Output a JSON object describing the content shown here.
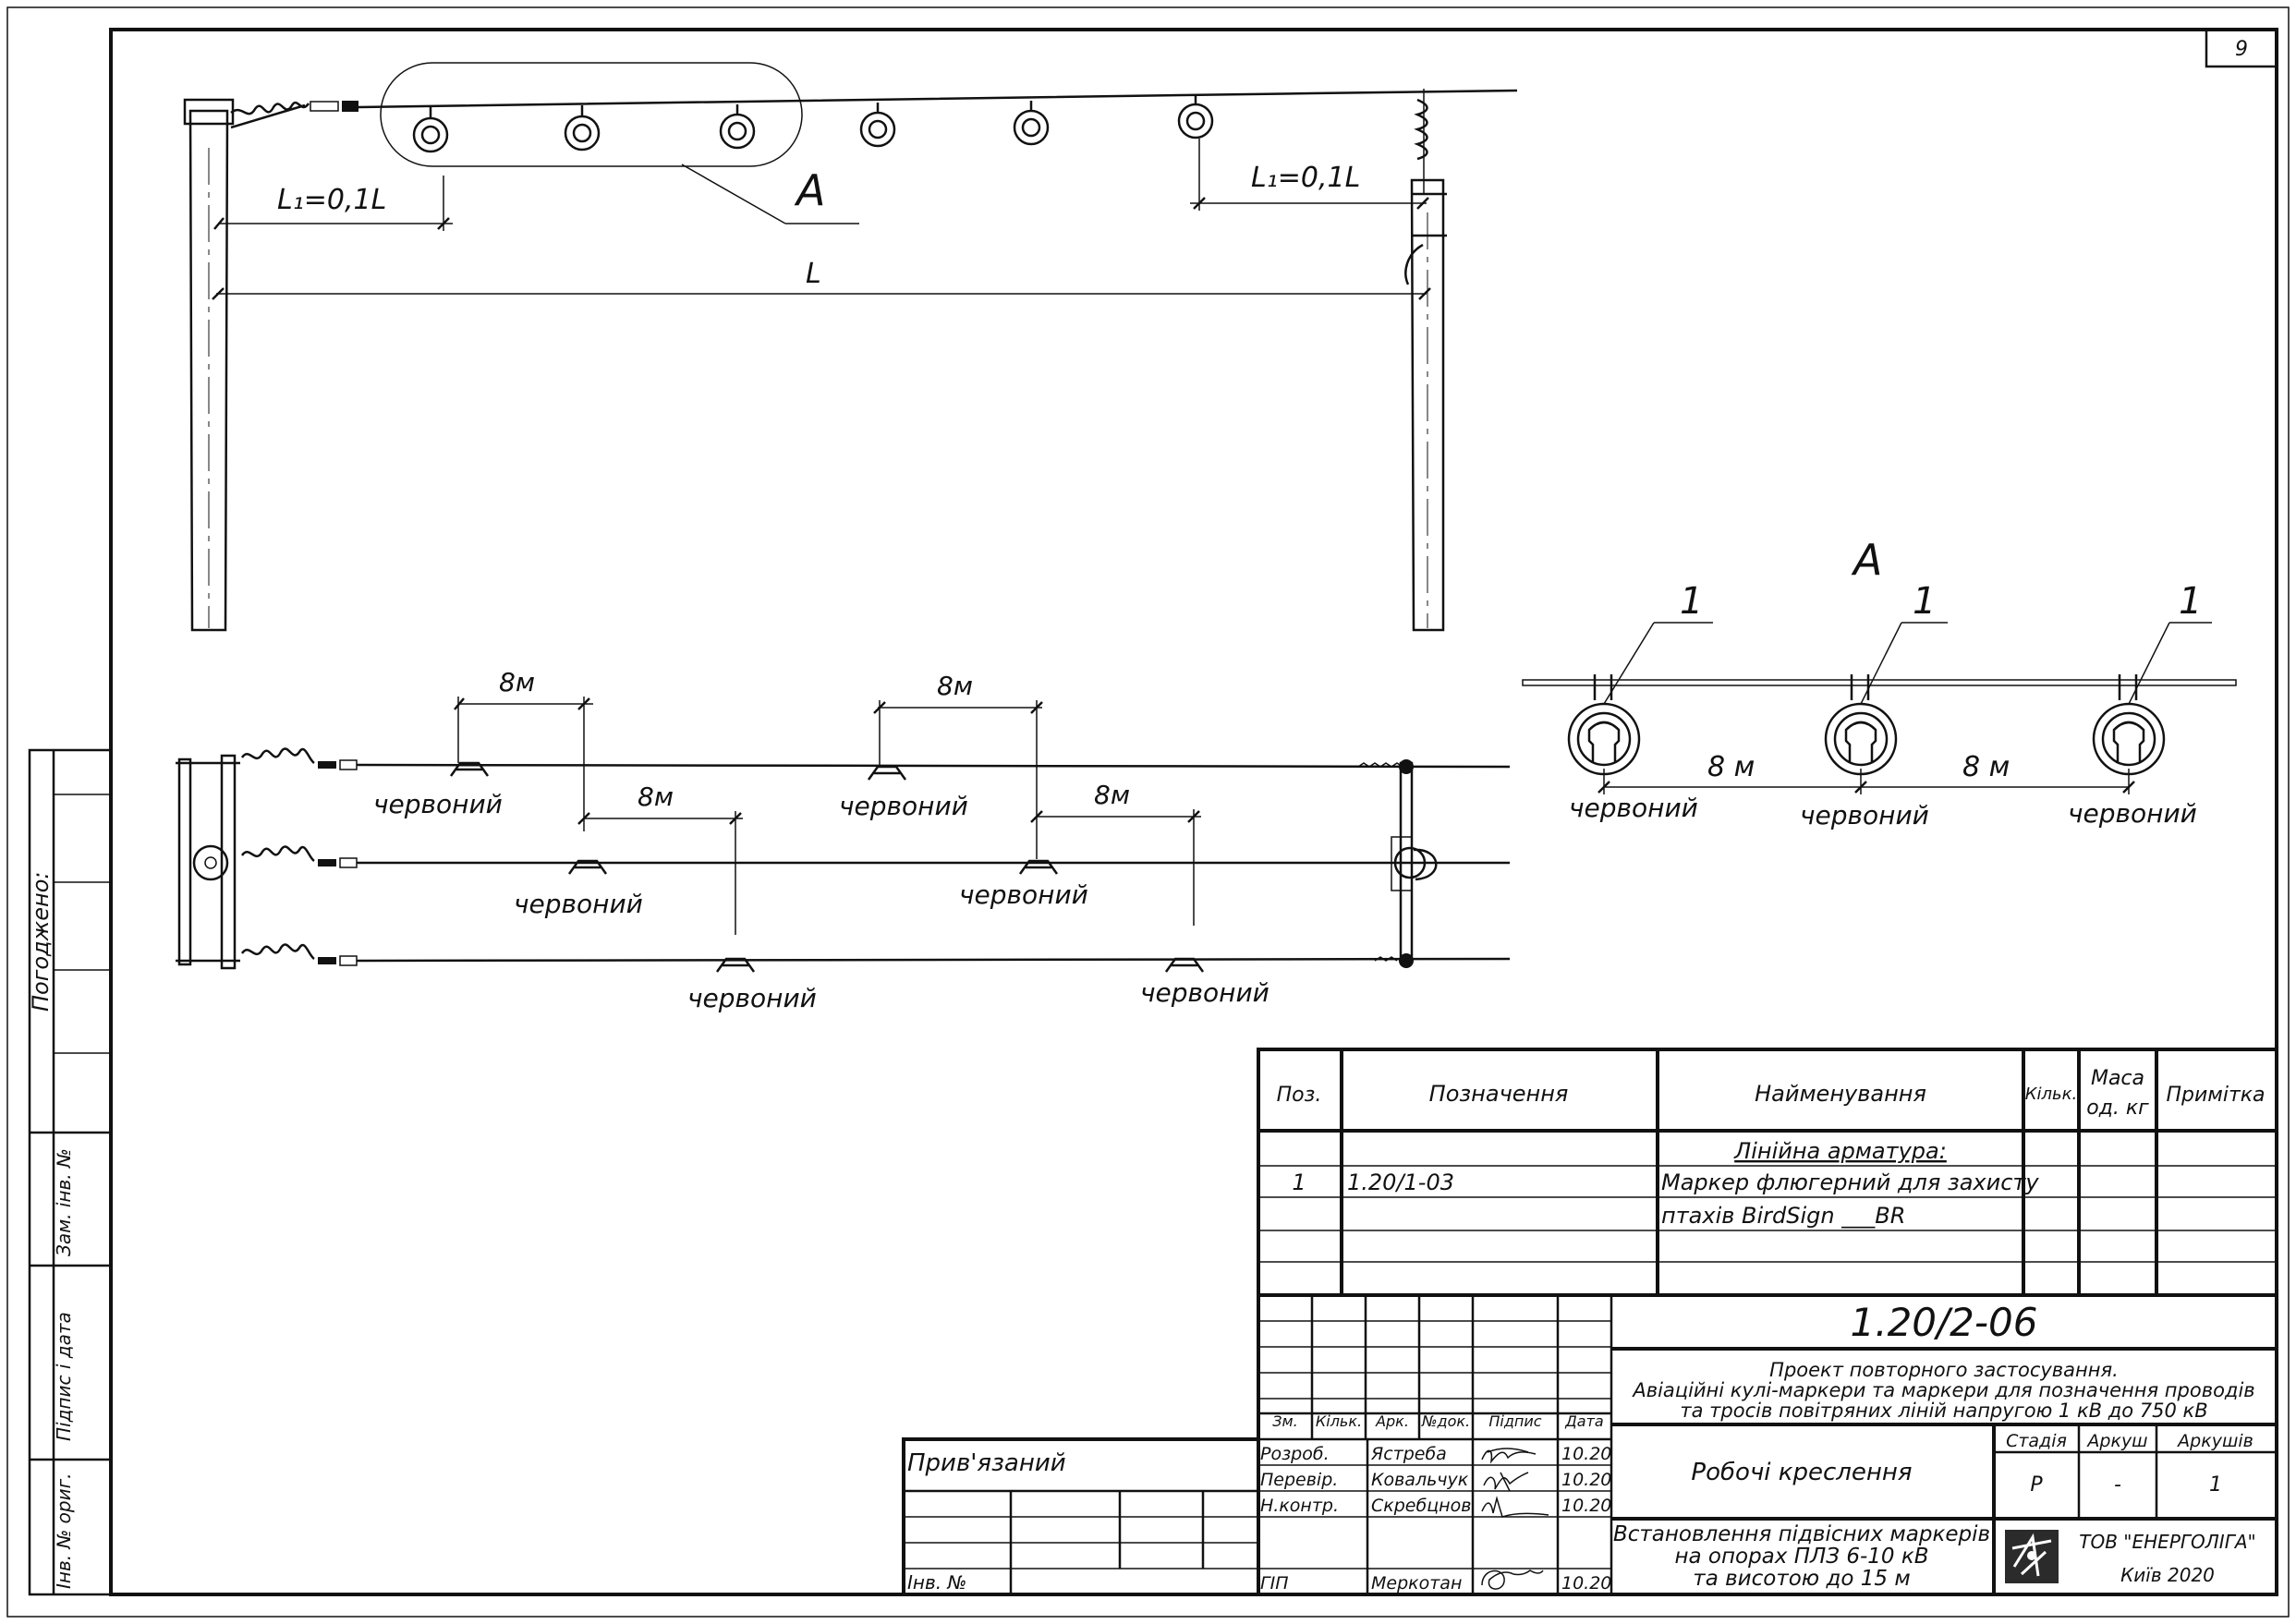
{
  "sheet": {
    "page_number": "9"
  },
  "side_stamp": {
    "agreed": "Погоджено:",
    "replaced_inv": "Зам. інв. №",
    "sign_date": "Підпис і дата",
    "orig_inv": "Інв. № ориг."
  },
  "elevation": {
    "callout": "A",
    "l1_left": "L₁=0,1L",
    "l1_right": "L₁=0,1L",
    "span": "L"
  },
  "detail_a": {
    "title": "A",
    "pos_label": "1",
    "spacing": "8 м",
    "color_label": "червоний"
  },
  "plan": {
    "spacing": "8м",
    "color_label": "червоний"
  },
  "spec": {
    "headers": [
      "Поз.",
      "Позначення",
      "Найменування",
      "Кільк.",
      "Маса од. кг",
      "Примітка"
    ],
    "mass_top": "Маса",
    "mass_bottom": "од. кг",
    "section": "Лінійна арматура:",
    "rows": [
      {
        "pos": "1",
        "designation": "1.20/1-03",
        "name1": "Маркер флюгерний для захисту",
        "name2": "птахів BirdSign ___BR"
      }
    ]
  },
  "title_block": {
    "code": "1.20/2-06",
    "project_line1": "Проект повторного застосування.",
    "project_line2": "Авіаційні кулі-маркери та маркери для позначення проводів",
    "project_line3": "та тросів повітряних ліній напругою 1 кВ до 750 кВ",
    "col_headers": [
      "Зм.",
      "Кільк.",
      "Арк.",
      "№док.",
      "Підпис",
      "Дата"
    ],
    "people": [
      {
        "role": "Розроб.",
        "name": "Ястреба",
        "date": "10.20"
      },
      {
        "role": "Перевір.",
        "name": "Ковальчук",
        "date": "10.20"
      },
      {
        "role": "Н.контр.",
        "name": "Скребцнов",
        "date": "10.20"
      },
      {
        "role": "ГІП",
        "name": "Меркотан",
        "date": "10.20"
      }
    ],
    "stage_doc": "Робочі креслення",
    "stage_label": "Стадія",
    "sheet_label": "Аркуш",
    "sheets_label": "Аркушів",
    "stage": "Р",
    "sheet": "-",
    "sheets": "1",
    "drawing_title1": "Встановлення підвісних маркерів",
    "drawing_title2": "на опорах ПЛЗ 6-10 кВ",
    "drawing_title3": "та висотою до 15 м",
    "company": "ТОВ \"ЕНЕРГОЛІГА\"",
    "city_year": "Київ 2020",
    "bound": "Прив'язаний",
    "inv_no": "Інв. №"
  }
}
